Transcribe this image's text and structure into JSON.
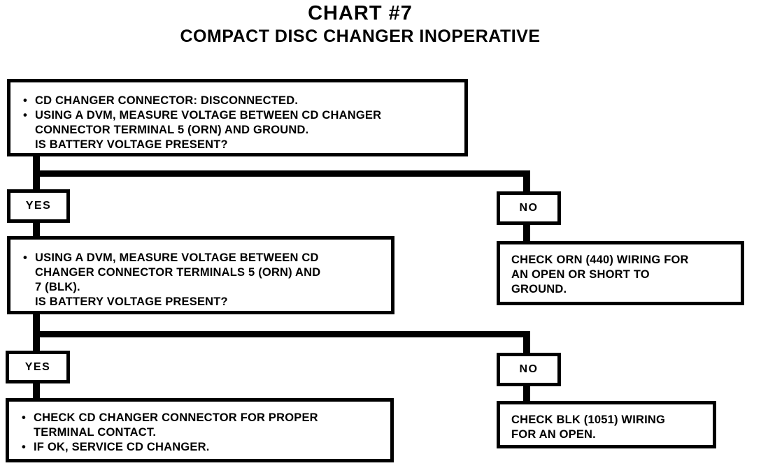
{
  "page": {
    "title": "CHART #7",
    "subtitle": "COMPACT DISC CHANGER INOPERATIVE"
  },
  "colors": {
    "ink": "#000000",
    "paper": "#ffffff"
  },
  "glyphs": {
    "bullet": "•"
  },
  "flow": {
    "step1": {
      "bullets": [
        "CD CHANGER CONNECTOR: DISCONNECTED.",
        "USING A DVM, MEASURE VOLTAGE BETWEEN CD CHANGER\nCONNECTOR TERMINAL 5 (ORN) AND GROUND.\nIS BATTERY VOLTAGE PRESENT?"
      ]
    },
    "branch1": {
      "yes_label": "YES",
      "no_label": "NO"
    },
    "step2": {
      "bullets": [
        "USING A DVM, MEASURE VOLTAGE BETWEEN CD\nCHANGER CONNECTOR TERMINALS 5 (ORN) AND\n7 (BLK).\nIS BATTERY VOLTAGE PRESENT?"
      ]
    },
    "no1_action": "CHECK ORN (440) WIRING FOR\nAN OPEN OR SHORT TO\nGROUND.",
    "branch2": {
      "yes_label": "YES",
      "no_label": "NO"
    },
    "step3": {
      "bullets": [
        "CHECK CD CHANGER CONNECTOR FOR PROPER\nTERMINAL CONTACT.",
        "IF OK, SERVICE CD CHANGER."
      ]
    },
    "no2_action": "CHECK BLK (1051) WIRING\nFOR AN OPEN."
  }
}
